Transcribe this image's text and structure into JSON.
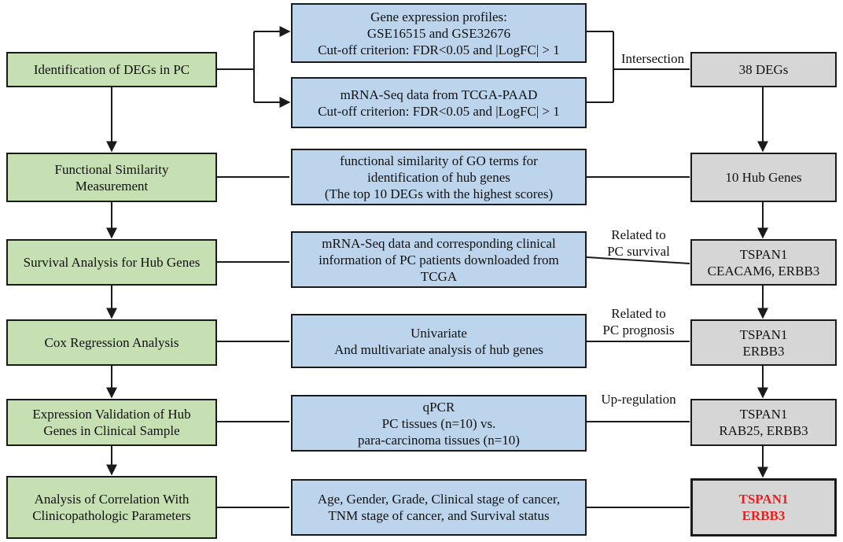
{
  "left_steps": [
    {
      "lines": [
        "Identification of DEGs in PC"
      ]
    },
    {
      "lines": [
        "Functional Similarity",
        "Measurement"
      ]
    },
    {
      "lines": [
        "Survival Analysis for Hub Genes"
      ]
    },
    {
      "lines": [
        "Cox Regression Analysis"
      ]
    },
    {
      "lines": [
        "Expression Validation of Hub",
        "Genes in Clinical Sample"
      ]
    },
    {
      "lines": [
        "Analysis of Correlation With",
        "Clinicopathologic Parameters"
      ]
    }
  ],
  "middle_boxes": [
    {
      "lines": [
        "Gene expression profiles:",
        "GSE16515 and GSE32676",
        "Cut-off criterion: FDR<0.05 and |LogFC| > 1"
      ]
    },
    {
      "lines": [
        "mRNA-Seq data from TCGA-PAAD",
        "Cut-off criterion: FDR<0.05 and |LogFC| > 1"
      ]
    },
    {
      "lines": [
        "functional similarity of GO terms for",
        "identification of hub genes",
        "(The top 10 DEGs with the highest scores)"
      ]
    },
    {
      "lines": [
        "mRNA-Seq data and corresponding clinical",
        "information of PC patients downloaded from",
        "TCGA"
      ]
    },
    {
      "lines": [
        "Univariate",
        "And multivariate analysis of hub genes"
      ]
    },
    {
      "lines": [
        "qPCR",
        "PC tissues (n=10) vs.",
        "para-carcinoma tissues (n=10)"
      ]
    },
    {
      "lines": [
        "Age, Gender, Grade, Clinical stage of cancer,",
        "TNM stage of cancer, and Survival status"
      ]
    }
  ],
  "right_results": [
    {
      "lines": [
        "38 DEGs"
      ]
    },
    {
      "lines": [
        "10 Hub Genes"
      ]
    },
    {
      "lines": [
        "TSPAN1",
        "CEACAM6, ERBB3"
      ]
    },
    {
      "lines": [
        "TSPAN1",
        "ERBB3"
      ]
    },
    {
      "lines": [
        "TSPAN1",
        "RAB25, ERBB3"
      ]
    },
    {
      "lines": [
        "TSPAN1",
        "ERBB3"
      ],
      "highlight": true
    }
  ],
  "connector_labels": {
    "intersection": "Intersection",
    "survival": [
      "Related to",
      "PC survival"
    ],
    "prognosis": [
      "Related to",
      "PC prognosis"
    ],
    "upregulation": "Up-regulation"
  },
  "colors": {
    "step_fill": "#c6dfb3",
    "data_fill": "#bcd4ec",
    "result_fill": "#d6d6d6",
    "highlight_text": "#ee1c1c",
    "line": "#1a1a1a"
  }
}
